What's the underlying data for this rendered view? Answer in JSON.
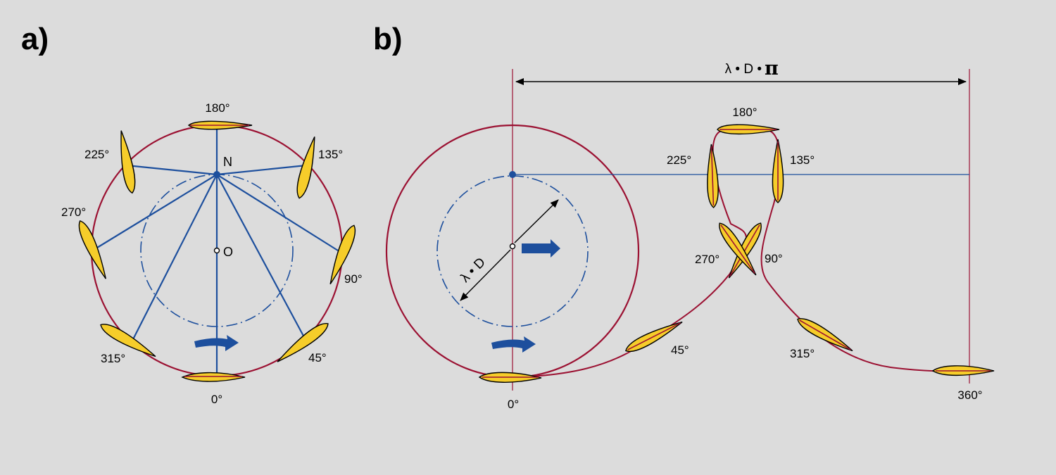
{
  "panels": {
    "a": {
      "label": "a)",
      "blade_labels": [
        "0°",
        "45°",
        "90°",
        "135°",
        "180°",
        "225°",
        "270°",
        "315°"
      ],
      "points": {
        "n": "N",
        "o": "O"
      }
    },
    "b": {
      "label": "b)",
      "blade_labels": [
        "0°",
        "45°",
        "90°",
        "135°",
        "180°",
        "225°",
        "270°",
        "315°",
        "360°"
      ],
      "dimension_top": "λ • D •",
      "dimension_pi": "π",
      "dimension_diameter": "λ • D"
    }
  },
  "colors": {
    "background": "#dcdcdc",
    "orbit": "#9b1132",
    "construction": "#1d4f9d",
    "blade_fill": "#f6cd2a",
    "outline": "#000000"
  }
}
